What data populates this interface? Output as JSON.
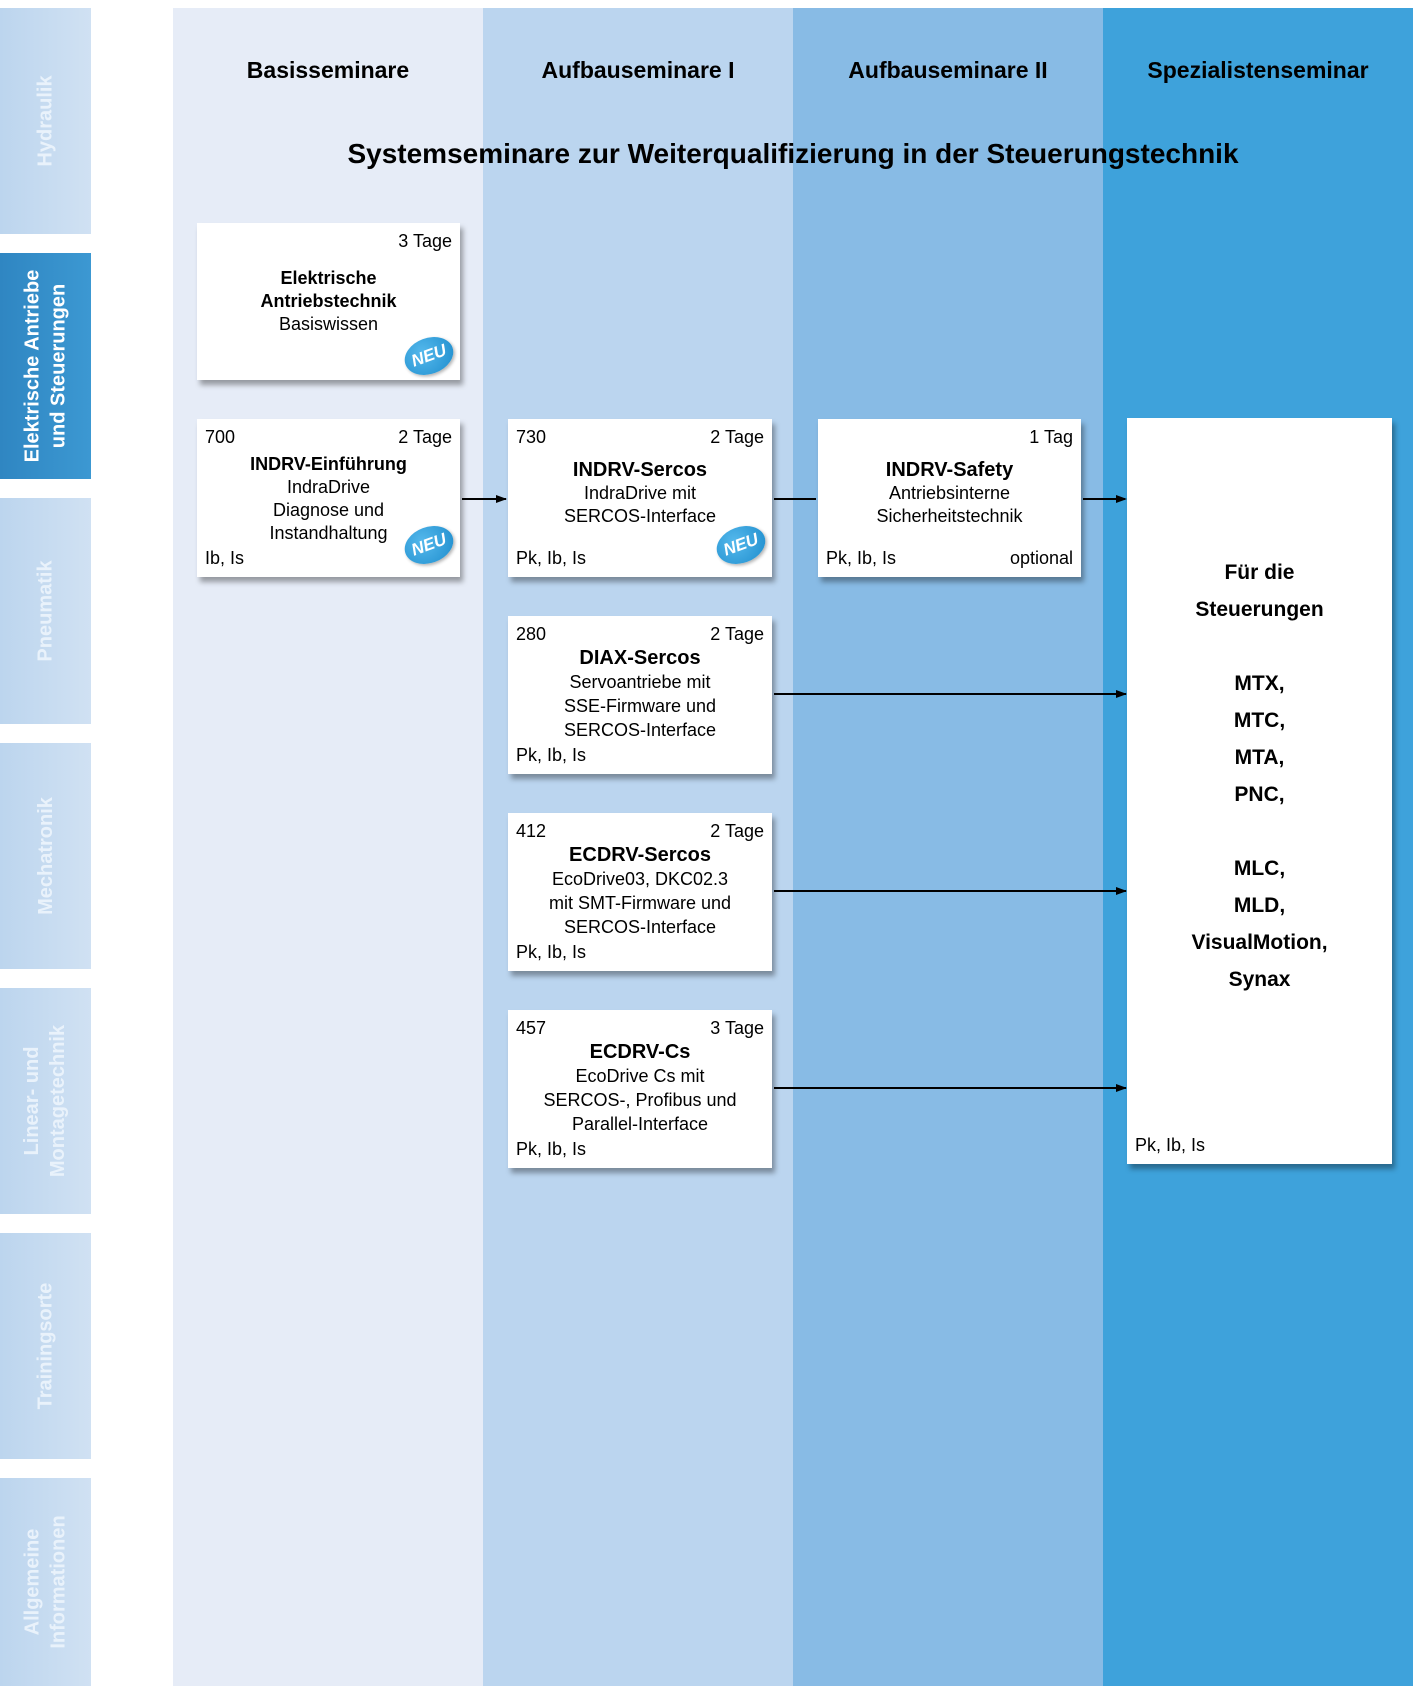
{
  "tabs": [
    {
      "label": "Hydraulik",
      "lines": [
        "Hydraulik"
      ]
    },
    {
      "label": "Elektrische Antriebe und Steuerungen",
      "lines": [
        "Elektrische Antriebe",
        "und Steuerungen"
      ]
    },
    {
      "label": "Pneumatik",
      "lines": [
        "Pneumatik"
      ]
    },
    {
      "label": "Mechatronik",
      "lines": [
        "Mechatronik"
      ]
    },
    {
      "label": "Linear- und Montagetechnik",
      "lines": [
        "Linear- und",
        "Montagetechnik"
      ]
    },
    {
      "label": "Trainingsorte",
      "lines": [
        "Trainingsorte"
      ]
    },
    {
      "label": "Allgemeine Informationen",
      "lines": [
        "Allgemeine",
        "Informationen"
      ]
    }
  ],
  "columns": {
    "basis": {
      "heading": "Basisseminare",
      "color": "#e6ecf7"
    },
    "aufbau1": {
      "heading": "Aufbauseminare I",
      "color": "#bbd5ef"
    },
    "aufbau2": {
      "heading": "Aufbauseminare II",
      "color": "#88bbe5"
    },
    "spezial": {
      "heading": "Spezialistenseminar",
      "color": "#3ea2db"
    }
  },
  "title": "Systemseminare zur Weiterqualifizierung in der Steuerungstechnik",
  "cards": {
    "basiswissen": {
      "days": "3 Tage",
      "title_line1": "Elektrische",
      "title_line2": "Antriebstechnik",
      "line1": "Basiswissen",
      "badge": "NEU"
    },
    "indrv_einfuehrung": {
      "number": "700",
      "days": "2 Tage",
      "title": "INDRV-Einführung",
      "line1": "IndraDrive",
      "line2": "Diagnose und",
      "line3": "Instandhaltung",
      "codes": "Ib, Is",
      "badge": "NEU"
    },
    "indrv_sercos": {
      "number": "730",
      "days": "2 Tage",
      "title": "INDRV-Sercos",
      "line1": "IndraDrive mit",
      "line2": "SERCOS-Interface",
      "codes": "Pk, Ib, Is",
      "badge": "NEU"
    },
    "indrv_safety": {
      "days": "1 Tag",
      "title": "INDRV-Safety",
      "line1": "Antriebsinterne",
      "line2": "Sicherheitstechnik",
      "codes": "Pk, Ib, Is",
      "note": "optional"
    },
    "diax_sercos": {
      "number": "280",
      "days": "2 Tage",
      "title": "DIAX-Sercos",
      "line1": "Servoantriebe mit",
      "line2": "SSE-Firmware und",
      "line3": "SERCOS-Interface",
      "codes": "Pk, Ib, Is"
    },
    "ecdrv_sercos": {
      "number": "412",
      "days": "2 Tage",
      "title": "ECDRV-Sercos",
      "line1": "EcoDrive03, DKC02.3",
      "line2": "mit SMT-Firmware und",
      "line3": "SERCOS-Interface",
      "codes": "Pk, Ib, Is"
    },
    "ecdrv_cs": {
      "number": "457",
      "days": "3 Tage",
      "title": "ECDRV-Cs",
      "line1": "EcoDrive Cs mit",
      "line2": "SERCOS-, Profibus und",
      "line3": "Parallel-Interface",
      "codes": "Pk, Ib, Is"
    },
    "steuerungen": {
      "lines": [
        "Für die",
        "Steuerungen",
        "MTX,",
        "MTC,",
        "MTA,",
        "PNC,",
        "MLC,",
        "MLD,",
        "VisualMotion,",
        "Synax"
      ],
      "codes": "Pk, Ib, Is"
    }
  }
}
